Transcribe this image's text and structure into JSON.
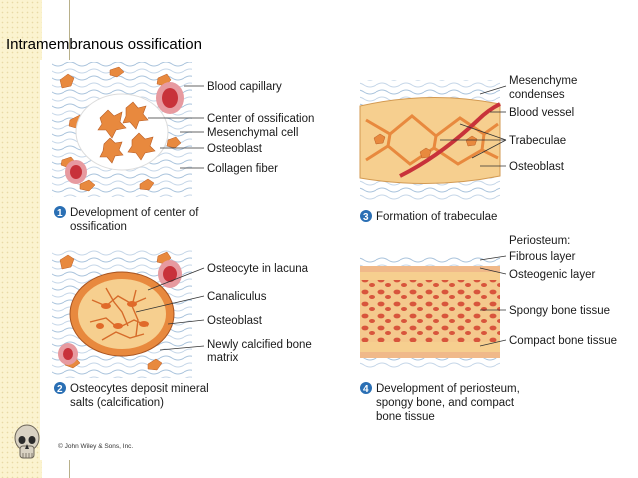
{
  "slide": {
    "title": "Intramembranous ossification"
  },
  "panels": [
    {
      "number": "1",
      "caption_lines": [
        "Development of center of",
        "ossification"
      ],
      "labels": [
        "Blood capillary",
        "Center of ossification",
        "Mesenchymal cell",
        "Osteoblast",
        "Collagen fiber"
      ]
    },
    {
      "number": "2",
      "caption_lines": [
        "Osteocytes deposit mineral",
        "salts  (calcification)"
      ],
      "labels": [
        "Osteocyte in lacuna",
        "Canaliculus",
        "Osteoblast",
        "Newly calcified bone",
        "matrix"
      ]
    },
    {
      "number": "3",
      "caption_lines": [
        "Formation of trabeculae"
      ],
      "labels": [
        "Mesenchyme",
        "condenses",
        "Blood vessel",
        "Trabeculae",
        "Osteoblast"
      ]
    },
    {
      "number": "4",
      "caption_lines": [
        "Development of periosteum,",
        "spongy bone, and compact",
        "bone tissue"
      ],
      "labels": [
        "Periosteum:",
        "Fibrous layer",
        "Osteogenic layer",
        "Spongy bone tissue",
        "Compact bone tissue"
      ]
    }
  ],
  "credit": "© John Wiley & Sons, Inc.",
  "colors": {
    "sidebar": "#fbf3cf",
    "cell": "#e8893e",
    "matrix": "#f6cf8f",
    "vessel": "#c8323a",
    "fiber": "#a9c3dc",
    "number_badge": "#2a6fb4"
  },
  "icons": {
    "corner_image": "skull-icon"
  }
}
